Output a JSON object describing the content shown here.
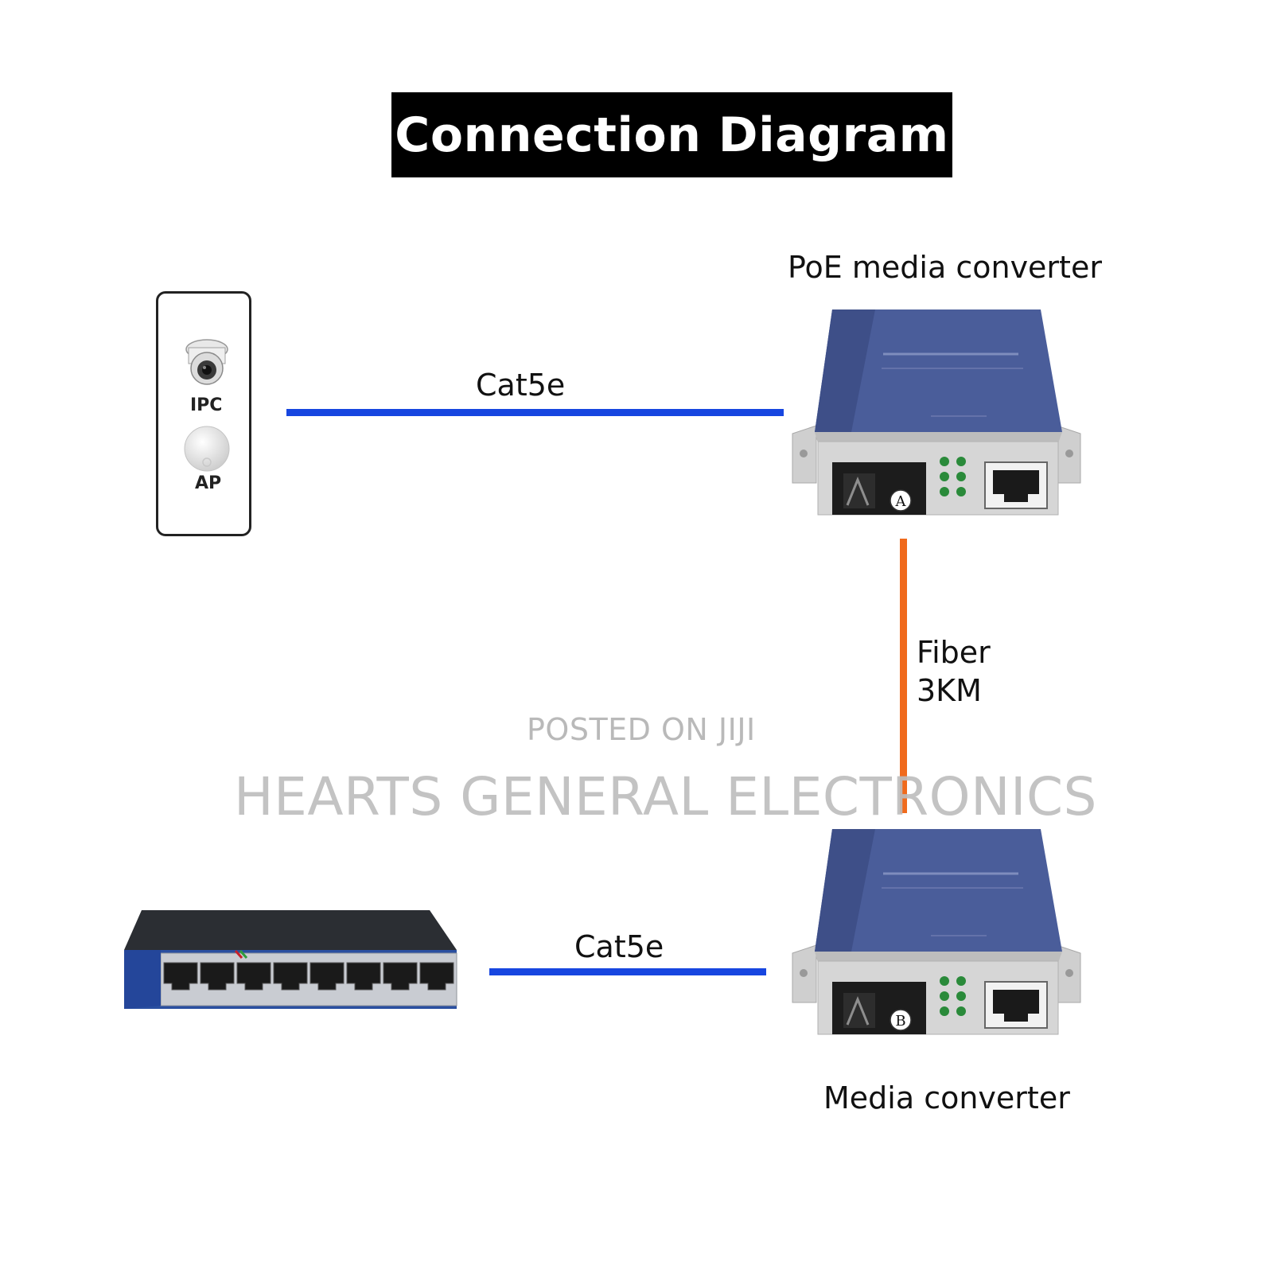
{
  "title": "Connection Diagram",
  "endpoints": {
    "camera_label": "IPC",
    "access_point_label": "AP"
  },
  "top_converter": {
    "label": "PoE media converter",
    "port_letter": "A"
  },
  "bottom_converter": {
    "label": "Media converter",
    "port_letter": "B"
  },
  "cables": {
    "top_link_label": "Cat5e",
    "bottom_link_label": "Cat5e",
    "fiber_label_line1": "Fiber",
    "fiber_label_line2": "3KM"
  },
  "watermark": {
    "line1": "POSTED ON JIJI",
    "line2": "HEARTS GENERAL ELECTRONICS"
  },
  "colors": {
    "ethernet_cable": "#1746e0",
    "fiber_cable": "#f06a1c",
    "converter_top": "#4a5d9a",
    "converter_body": "#d7d7d7",
    "switch_top": "#2b2e33",
    "switch_front": "#2a4fa0"
  }
}
